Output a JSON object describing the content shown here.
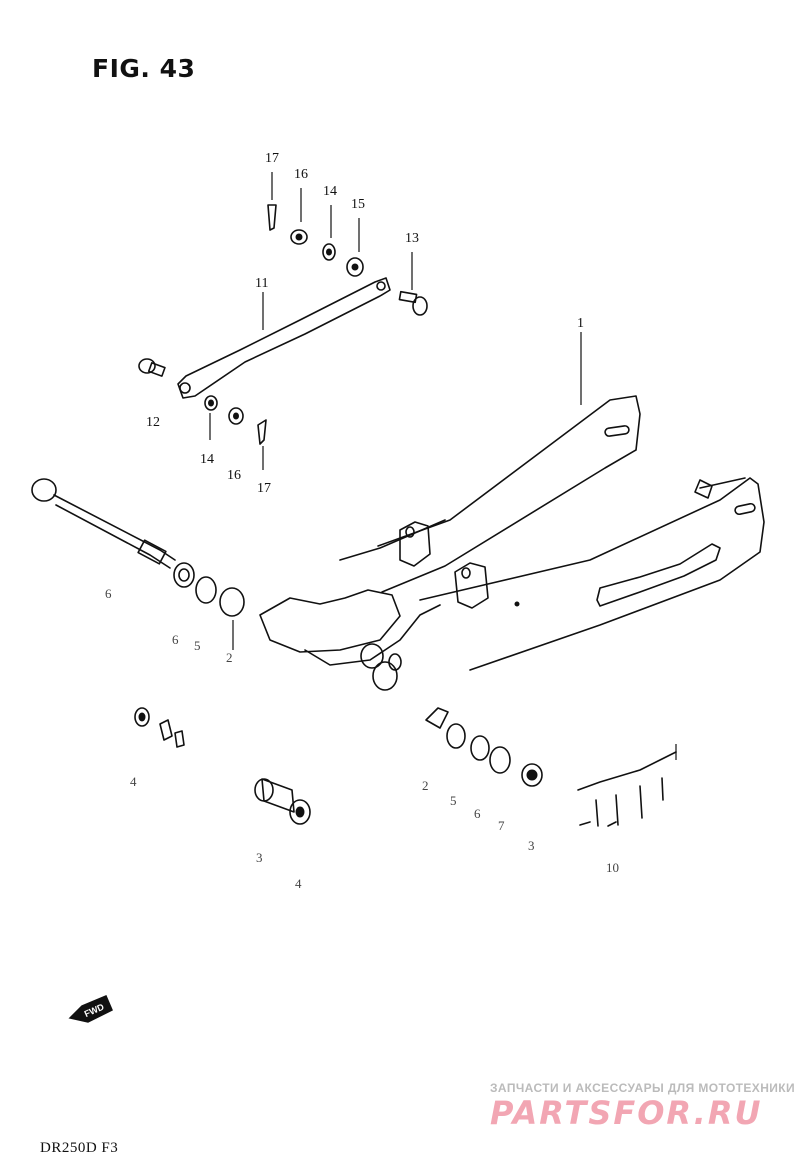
{
  "figure": {
    "title": "FIG. 43",
    "code": "DR250D F3"
  },
  "labels": [
    "17",
    "16",
    "14",
    "15",
    "13",
    "11",
    "1",
    "12",
    "14",
    "16",
    "17",
    "6",
    "6",
    "5",
    "2",
    "4",
    "2",
    "5",
    "6",
    "7",
    "3",
    "3",
    "4",
    "10"
  ],
  "fwd_badge": "FWD",
  "watermark": {
    "line1": "ЗАПЧАСТИ И АКСЕССУАРЫ ДЛЯ МОТОТЕХНИКИ",
    "line2": "PARTSFOR.RU"
  },
  "colors": {
    "ink": "#111111",
    "watermark_gray": "#bbbbbb",
    "watermark_pink": "#f2a6b3"
  }
}
